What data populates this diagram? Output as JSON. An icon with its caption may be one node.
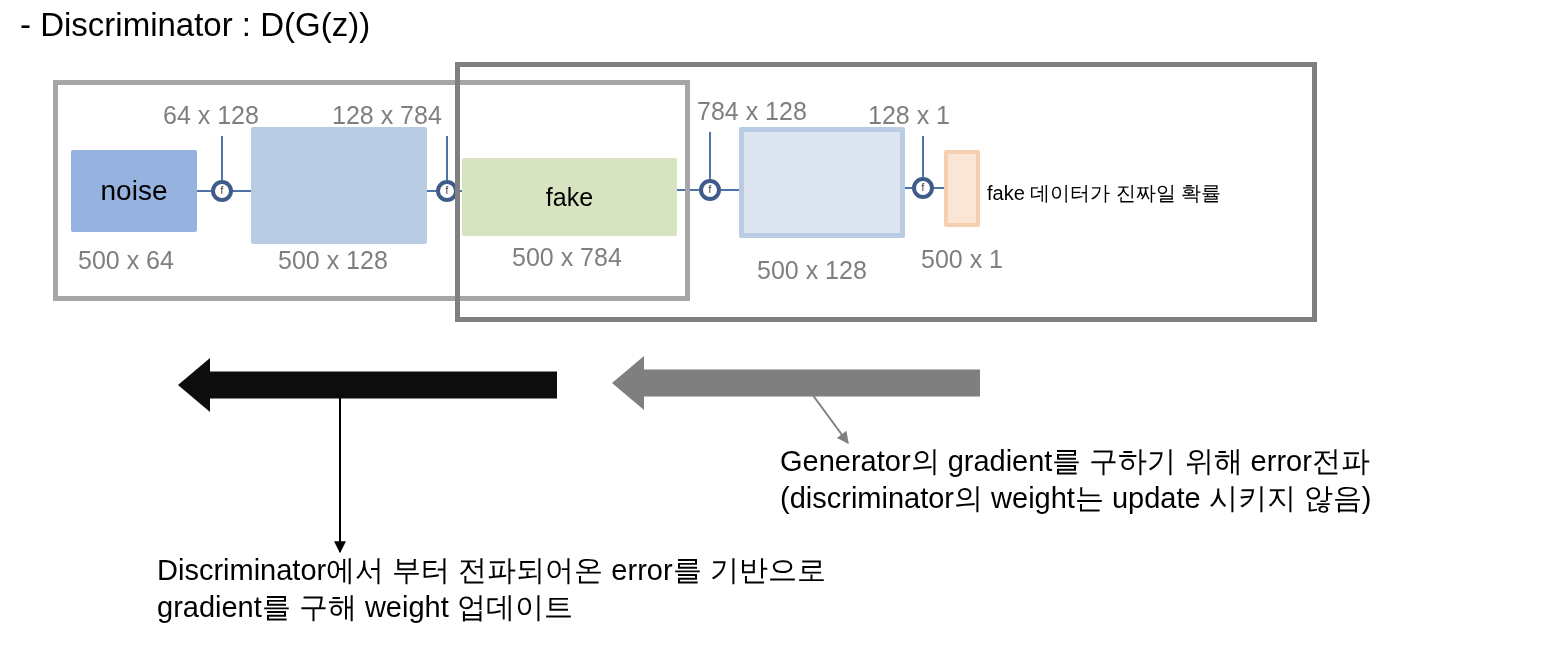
{
  "diagram": {
    "title": "- Discriminator : D(G(z))",
    "nodes": [
      {
        "text": [],
        "shape": "box"
      },
      {
        "text": [],
        "shape": "box"
      },
      {
        "text": [
          "noise"
        ],
        "beside": [
          "500 x 64"
        ],
        "in": 0
      },
      {
        "text": [],
        "shape": "box",
        "beside": [
          "500 x 128"
        ],
        "in": 0
      },
      {
        "text": [
          "fake"
        ],
        "beside": [
          "500 x 784"
        ]
      },
      {
        "text": [],
        "shape": "box",
        "beside": [
          "500 x 128"
        ],
        "in": 1
      },
      {
        "text": [],
        "shape": "box",
        "beside": [
          "fake 데이터가 진짜일 확률",
          "500 x 1"
        ],
        "in": 1
      },
      {
        "text": [
          "f"
        ],
        "in": 0
      },
      {
        "text": [
          "f"
        ],
        "in": 0
      },
      {
        "text": [
          "f"
        ],
        "in": 1
      },
      {
        "text": [
          "f"
        ],
        "in": 1
      },
      {
        "text": [],
        "shape": "arrow"
      },
      {
        "text": [],
        "shape": "arrow"
      },
      {
        "text": [
          "Discriminator에서 부터 전파되어온 error를 기반으로 gradient를 구해 weight 업데이트"
        ]
      },
      {
        "text": [
          "Generator의 gradient를 구하기 위해 error전파 (discriminator의 weight는 update 시키지 않음)"
        ]
      },
      {
        "text": [
          "64 x 128"
        ],
        "in": 0
      },
      {
        "text": [
          "128 x 784"
        ],
        "in": 0
      },
      {
        "text": [
          "784 x 128"
        ],
        "in": 1
      },
      {
        "text": [
          "128 x 1"
        ],
        "in": 1
      }
    ],
    "edges": [
      {
        "from": 2,
        "to": 7,
        "arrow": "none"
      },
      {
        "from": 7,
        "to": 3,
        "arrow": "none"
      },
      {
        "from": 3,
        "to": 8,
        "arrow": "none"
      },
      {
        "from": 8,
        "to": 4,
        "arrow": "none"
      },
      {
        "from": 4,
        "to": 9,
        "arrow": "none"
      },
      {
        "from": 9,
        "to": 5,
        "arrow": "none"
      },
      {
        "from": 5,
        "to": 10,
        "arrow": "none"
      },
      {
        "from": 10,
        "to": 6,
        "arrow": "none"
      },
      {
        "from": 11,
        "to": 13,
        "arrow": "to",
        "color": "#000000"
      },
      {
        "from": 12,
        "to": 14,
        "arrow": "to",
        "color": "#808080"
      },
      {
        "from": 15,
        "to": 7,
        "arrow": "none"
      },
      {
        "from": 16,
        "to": 8,
        "arrow": "none"
      },
      {
        "from": 17,
        "to": 9,
        "arrow": "none"
      },
      {
        "from": 18,
        "to": 10,
        "arrow": "none"
      }
    ]
  }
}
